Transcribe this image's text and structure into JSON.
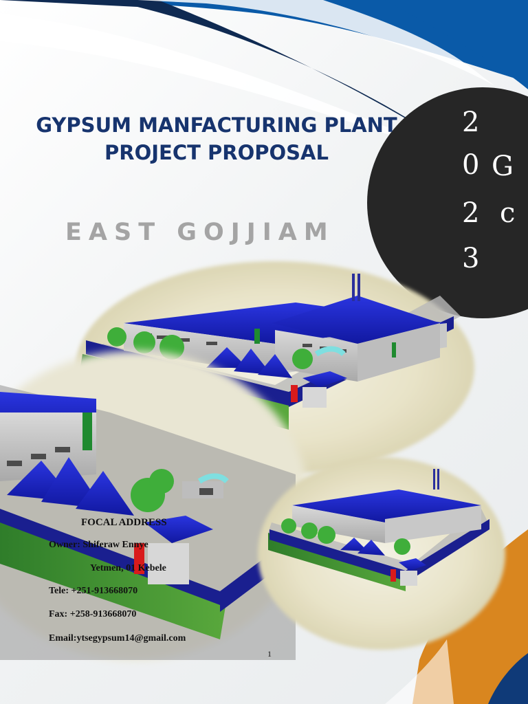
{
  "title": {
    "line1": "GYPSUM MANFACTURING PLANT",
    "line2": "PROJECT PROPOSAL"
  },
  "subtitle": "EAST GOJJIAM",
  "year_badge": {
    "digits": [
      "2",
      "0",
      "2",
      "3"
    ],
    "suffix": [
      "G",
      "c"
    ]
  },
  "focal_address": {
    "heading": "FOCAL ADDRESS",
    "owner": "Owner: Shiferaw Ennye",
    "location": "Yetmen, 01 Kebele",
    "tele": "Tele: +251-913668070",
    "fax": "Fax: +258-913668070",
    "email": "Email:ytsegypsum14@gmail.com"
  },
  "page_number": "1",
  "colors": {
    "title": "#17346e",
    "subtitle": "#a4a4a4",
    "swoosh_blue": "#0a5aa8",
    "dark_navy": "#0f2a52",
    "badge": "#262626",
    "accent_orange": "#d9861f",
    "roof_blue": "#1f27c8"
  }
}
